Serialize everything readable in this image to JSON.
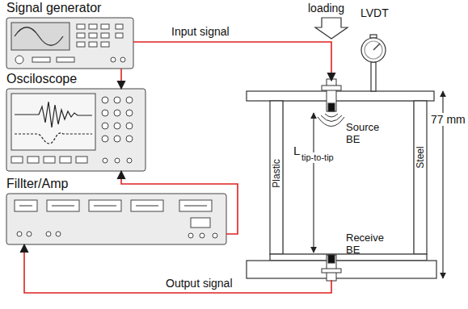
{
  "diagram": {
    "nodes": [
      {
        "text": [
          "Signal generator"
        ]
      },
      {
        "text": [
          "Osciloscope"
        ]
      },
      {
        "text": [
          "Fillter/Amp"
        ]
      },
      {
        "text": [
          "Source BE"
        ]
      },
      {
        "text": [
          "Receive BE"
        ]
      }
    ],
    "edges": [
      {
        "from": 0,
        "to": 3,
        "arrow": "to",
        "label": "Input signal"
      },
      {
        "from": 0,
        "to": 1,
        "arrow": "to"
      },
      {
        "from": 2,
        "to": 1,
        "arrow": "to"
      },
      {
        "from": 4,
        "to": 2,
        "arrow": "to",
        "label": "Output signal"
      }
    ],
    "labels": [
      "loading",
      "LVDT",
      "L",
      "tip-to-tip",
      "77 mm",
      "Plastic",
      "Steel"
    ]
  }
}
